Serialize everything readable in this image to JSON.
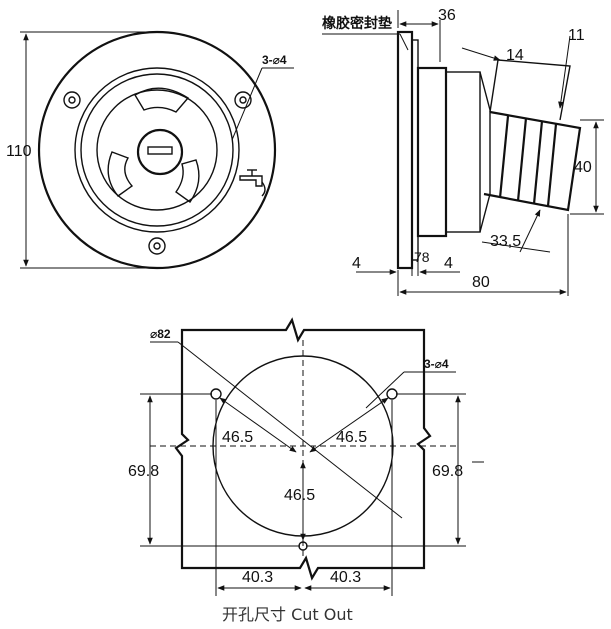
{
  "front_view": {
    "height_label": "110",
    "hole_label": "3-⌀4"
  },
  "side_view": {
    "gasket_label": "橡胶密封垫",
    "dim_36": "36",
    "dim_14": "14",
    "dim_11": "11",
    "dim_40": "40",
    "dim_33_5": "33,5",
    "dim_4_left": "4",
    "dim_78": "78",
    "dim_4_right": "4",
    "dim_80": "80"
  },
  "cutout_view": {
    "diameter_label": "⌀82",
    "hole_label": "3-⌀4",
    "dim_46_5_left": "46.5",
    "dim_46_5_right": "46.5",
    "dim_46_5_bottom": "46.5",
    "dim_69_8_left": "69.8",
    "dim_69_8_right": "69.8",
    "dim_40_3_left": "40.3",
    "dim_40_3_right": "40.3",
    "caption": "开孔尺寸 Cut Out"
  }
}
